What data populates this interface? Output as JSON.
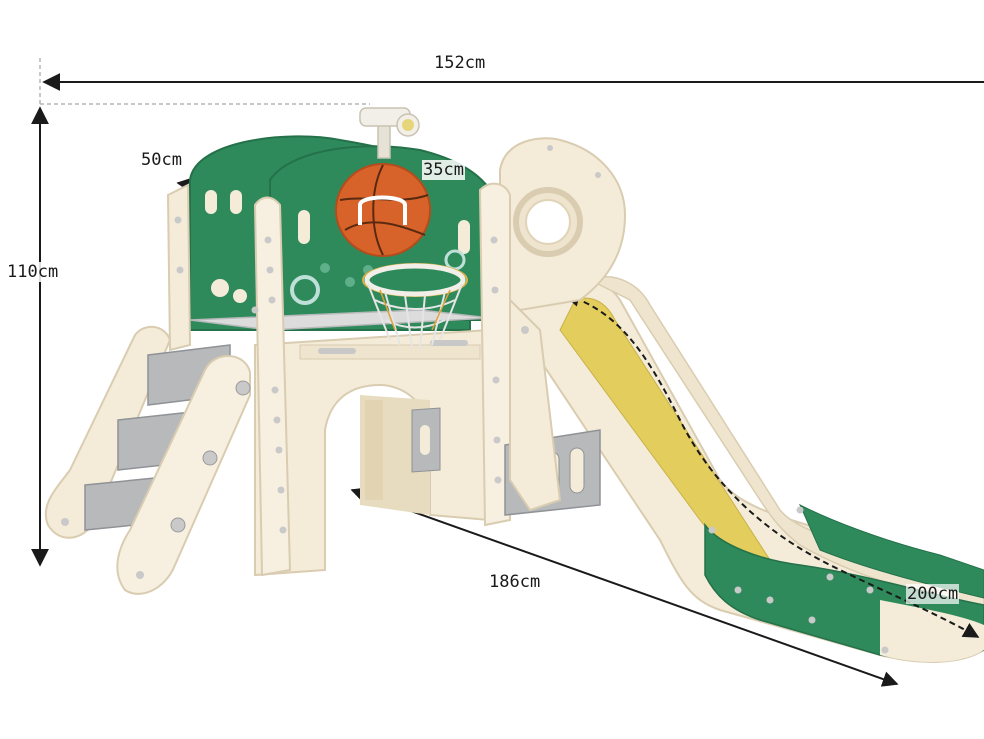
{
  "dimensions": {
    "total_width": "152cm",
    "height": "110cm",
    "platform_depth": "50cm",
    "platform_width": "35cm",
    "base_length": "186cm",
    "slide_length": "200cm"
  },
  "colors": {
    "cream": "#f4ecd9",
    "cream_shadow": "#e6dac0",
    "green": "#2f8a5b",
    "green_dark": "#24714a",
    "yellow": "#e3cd5c",
    "gray": "#b7b9bb",
    "gray_dark": "#8f9296",
    "ball_orange": "#d8632a",
    "net": "#e9e9e9",
    "line": "#1a1a1a"
  }
}
